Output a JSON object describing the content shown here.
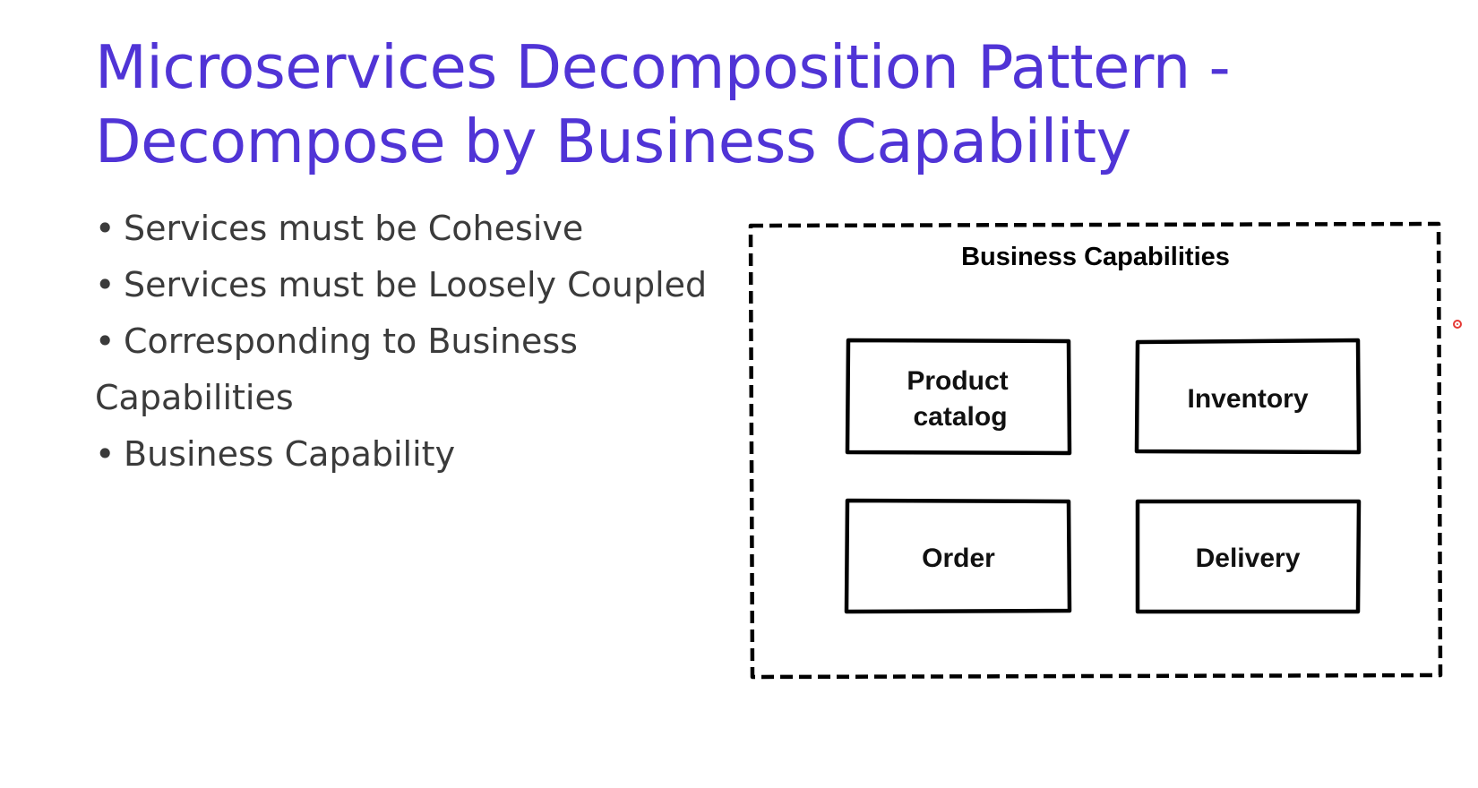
{
  "slide": {
    "title_line1": "Microservices Decomposition Pattern -",
    "title_line2": "Decompose by Business Capability",
    "bullets": [
      "Services must be Cohesive",
      "Services must be Loosely Coupled",
      "Corresponding to Business",
      "Business Capability"
    ],
    "bullet_continuation": "Capabilities",
    "bullet_glyph": "•",
    "colors": {
      "title": "#5034d6",
      "body_text": "#3b3b3b",
      "pointer": "#e53935"
    }
  },
  "diagram": {
    "title": "Business Capabilities",
    "capabilities": [
      {
        "line1": "Product",
        "line2": "catalog"
      },
      {
        "label": "Inventory"
      },
      {
        "label": "Order"
      },
      {
        "label": "Delivery"
      }
    ]
  },
  "cursor": {
    "icon": "laser-pointer-icon"
  }
}
